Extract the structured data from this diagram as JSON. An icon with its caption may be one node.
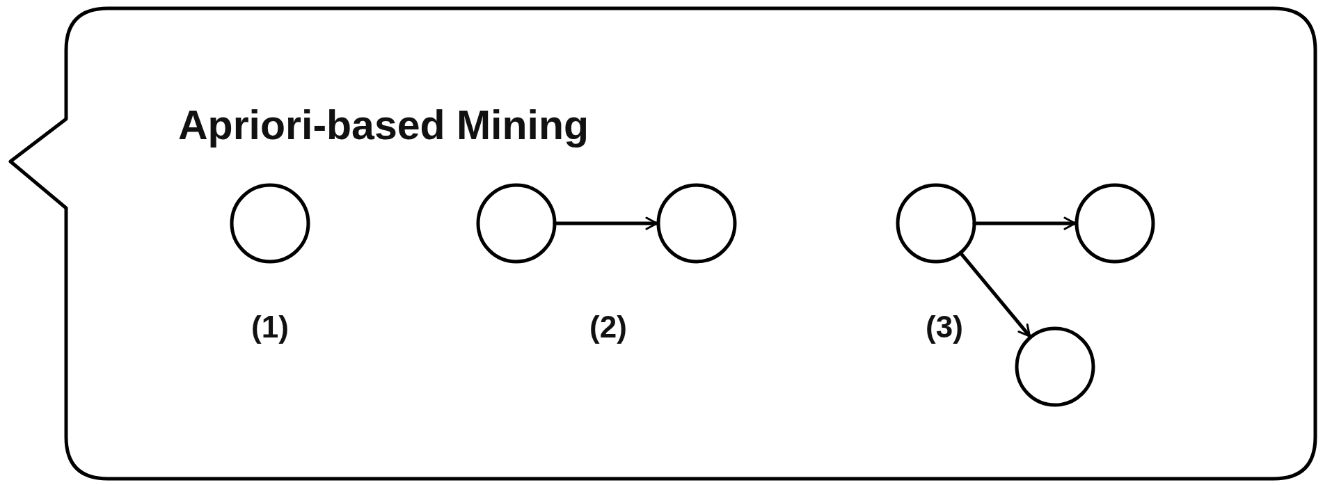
{
  "diagram": {
    "nodes": [
      {
        "text": [
          "Apriori-based Mining"
        ]
      },
      {
        "text": [],
        "shape": "circle",
        "in": 0
      },
      {
        "text": [],
        "shape": "circle",
        "in": 0
      },
      {
        "text": [],
        "shape": "circle",
        "in": 0
      },
      {
        "text": [],
        "shape": "circle",
        "in": 0
      },
      {
        "text": [],
        "shape": "circle",
        "in": 0
      },
      {
        "text": [],
        "shape": "circle",
        "in": 0
      }
    ],
    "edges": [
      {
        "from": 2,
        "to": 3,
        "arrow": "to"
      },
      {
        "from": 4,
        "to": 5,
        "arrow": "to"
      },
      {
        "from": 4,
        "to": 6,
        "arrow": "to"
      }
    ],
    "labels": [
      "(1)",
      "(2)",
      "(3)"
    ]
  }
}
